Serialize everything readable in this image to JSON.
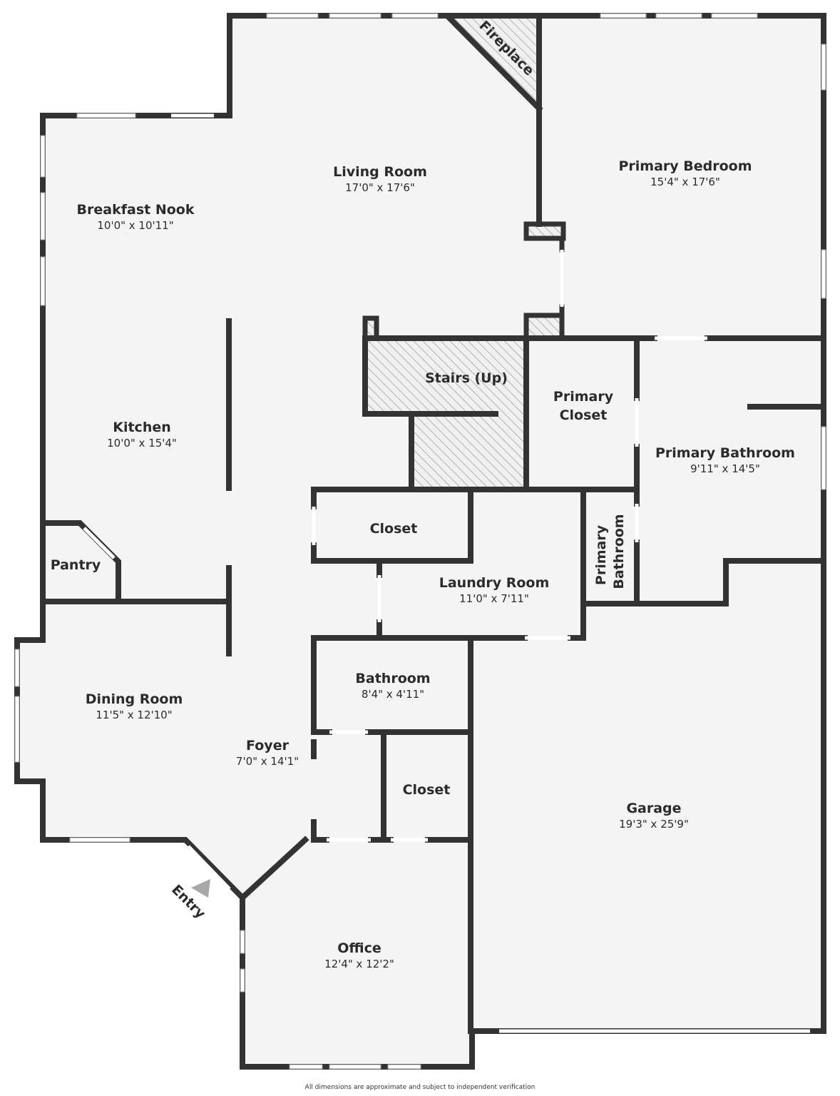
{
  "rooms": {
    "breakfast_nook": {
      "name": "Breakfast Nook",
      "dims": "10'0\" x 10'11\""
    },
    "living_room": {
      "name": "Living Room",
      "dims": "17'0\" x 17'6\""
    },
    "primary_bedroom": {
      "name": "Primary Bedroom",
      "dims": "15'4\" x 17'6\""
    },
    "kitchen": {
      "name": "Kitchen",
      "dims": "10'0\" x 15'4\""
    },
    "stairs": {
      "name": "Stairs (Up)"
    },
    "primary_closet": {
      "name_line1": "Primary",
      "name_line2": "Closet"
    },
    "primary_bathroom": {
      "name": "Primary Bathroom",
      "dims": "9'11\" x 14'5\""
    },
    "closet_upper": {
      "name": "Closet"
    },
    "pantry": {
      "name": "Pantry"
    },
    "laundry_room": {
      "name": "Laundry Room",
      "dims": "11'0\" x 7'11\""
    },
    "primary_bathroom_small": {
      "name_line1": "Primary",
      "name_line2": "Bathroom"
    },
    "dining_room": {
      "name": "Dining Room",
      "dims": "11'5\" x 12'10\""
    },
    "bathroom": {
      "name": "Bathroom",
      "dims": "8'4\" x 4'11\""
    },
    "foyer": {
      "name": "Foyer",
      "dims": "7'0\" x 14'1\""
    },
    "closet_lower": {
      "name": "Closet"
    },
    "garage": {
      "name": "Garage",
      "dims": "19'3\" x 25'9\""
    },
    "office": {
      "name": "Office",
      "dims": "12'4\" x 12'2\""
    }
  },
  "fireplace_label": "Fireplace",
  "entry_label": "Entry",
  "footer_note": "All dimensions are approximate and subject to independent verification",
  "colors": {
    "wall": "#333333",
    "floor": "#f4f4f4",
    "hatch": "#777777"
  }
}
